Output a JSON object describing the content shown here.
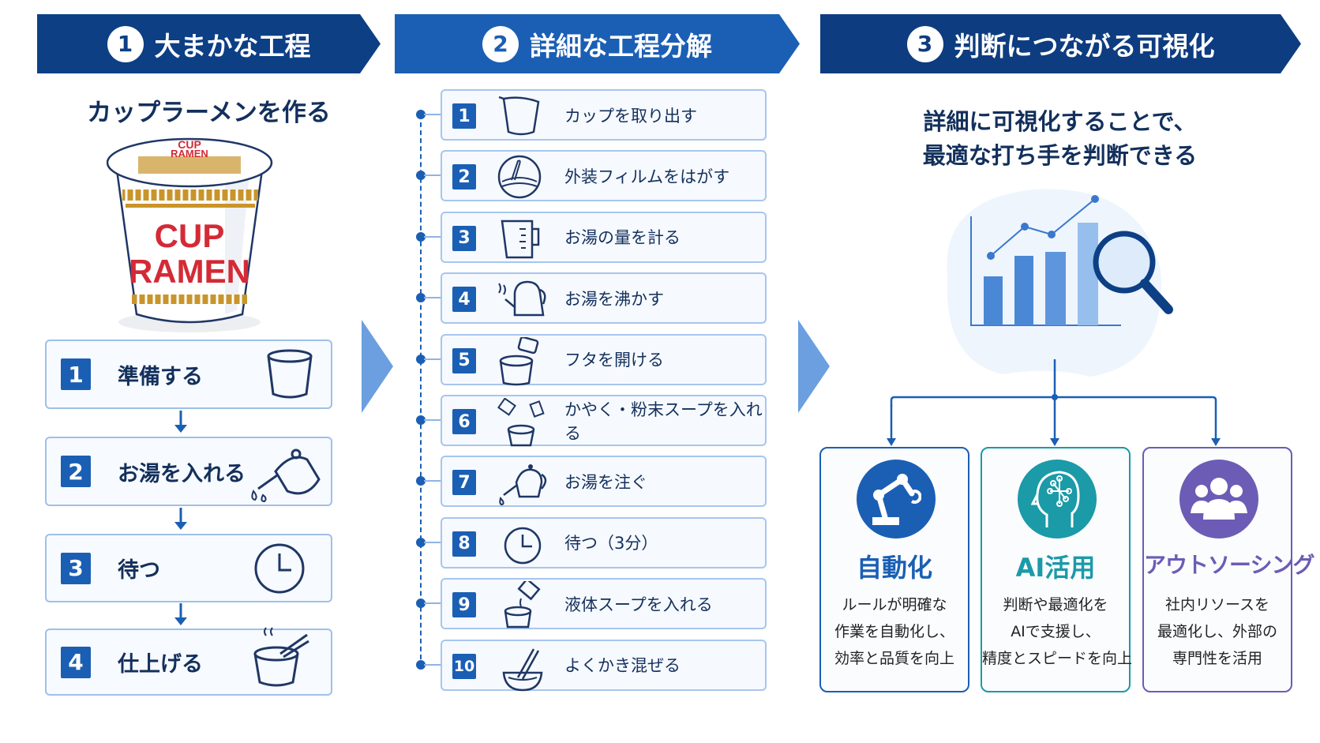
{
  "banners": [
    {
      "num": "1",
      "title": "大まかな工程"
    },
    {
      "num": "2",
      "title": "詳細な工程分解"
    },
    {
      "num": "3",
      "title": "判断につながる可視化"
    }
  ],
  "left": {
    "title": "カップラーメンを作る",
    "cup_logo": "CUP RAMEN",
    "steps": [
      {
        "num": "1",
        "label": "準備する",
        "icon": "cup-icon"
      },
      {
        "num": "2",
        "label": "お湯を入れる",
        "icon": "kettle-pour-icon"
      },
      {
        "num": "3",
        "label": "待つ",
        "icon": "clock-icon"
      },
      {
        "num": "4",
        "label": "仕上げる",
        "icon": "bowl-chopsticks-icon"
      }
    ]
  },
  "middle": {
    "steps": [
      {
        "num": "1",
        "label": "カップを取り出す",
        "icon": "cup-icon"
      },
      {
        "num": "2",
        "label": "外装フィルムをはがす",
        "icon": "film-peel-icon"
      },
      {
        "num": "3",
        "label": "お湯の量を計る",
        "icon": "measuring-cup-icon"
      },
      {
        "num": "4",
        "label": "お湯を沸かす",
        "icon": "kettle-steam-icon"
      },
      {
        "num": "5",
        "label": "フタを開ける",
        "icon": "open-lid-icon"
      },
      {
        "num": "6",
        "label": "かやく・粉末スープを入れる",
        "icon": "seasoning-packet-icon"
      },
      {
        "num": "7",
        "label": "お湯を注ぐ",
        "icon": "kettle-pour-icon"
      },
      {
        "num": "8",
        "label": "待つ（3分）",
        "icon": "clock-icon"
      },
      {
        "num": "9",
        "label": "液体スープを入れる",
        "icon": "liquid-soup-icon"
      },
      {
        "num": "10",
        "label": "よくかき混ぜる",
        "icon": "stir-icon"
      }
    ]
  },
  "right": {
    "headline": [
      "詳細に可視化することで、",
      "最適な打ち手を判断できる"
    ],
    "cards": [
      {
        "title": "自動化",
        "color": "#1a5fb4",
        "icon": "robot-arm-icon",
        "lines": [
          "ルールが明確な",
          "作業を自動化し、",
          "効率と品質を向上"
        ]
      },
      {
        "title": "AI活用",
        "color": "#1b9aa8",
        "icon": "ai-head-icon",
        "lines": [
          "判断や最適化を",
          "AIで支援し、",
          "精度とスピードを向上"
        ]
      },
      {
        "title": "アウトソーシング",
        "color": "#6c5cb5",
        "icon": "team-icon",
        "lines": [
          "社内リソースを",
          "最適化し、外部の",
          "専門性を活用"
        ]
      }
    ]
  },
  "colors": {
    "navy": "#0d3f85",
    "blue": "#1a5fb4",
    "teal": "#1b9aa8",
    "purple": "#6c5cb5"
  }
}
